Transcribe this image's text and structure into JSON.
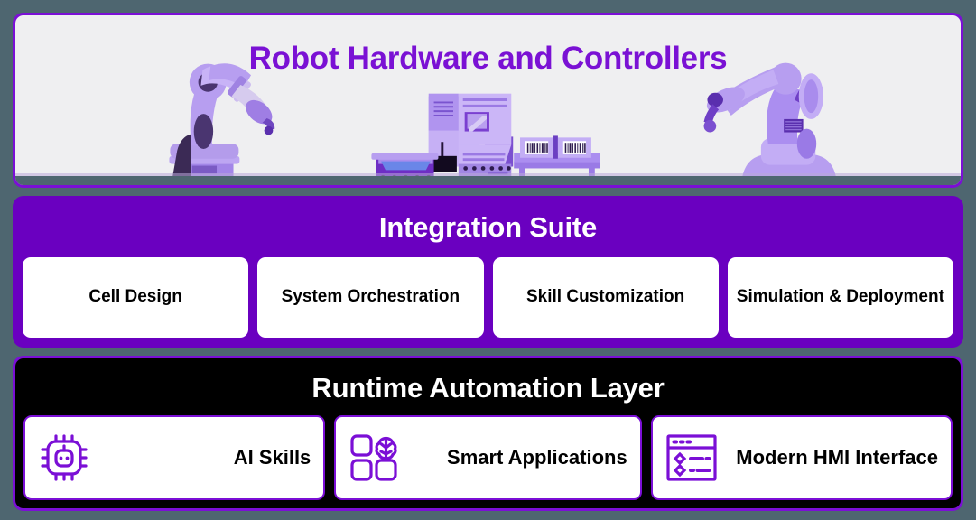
{
  "hero": {
    "title": "Robot Hardware and Controllers",
    "art": {
      "left_robot": "articulated-robot-arm",
      "right_robot": "articulated-robot-arm",
      "machine": "control-cabinet-with-display",
      "conveyor": "conveyor-with-barcode-boxes"
    }
  },
  "integration_suite": {
    "title": "Integration Suite",
    "cards": [
      {
        "label": "Cell Design"
      },
      {
        "label": "System Orchestration"
      },
      {
        "label": "Skill Customization"
      },
      {
        "label": "Simulation & Deployment"
      }
    ]
  },
  "runtime_layer": {
    "title": "Runtime Automation Layer",
    "cards": [
      {
        "label": "AI Skills",
        "icon": "ai-chip-robot-icon"
      },
      {
        "label": "Smart Applications",
        "icon": "app-grid-brain-icon"
      },
      {
        "label": "Modern HMI Interface",
        "icon": "hmi-window-icon"
      }
    ]
  },
  "colors": {
    "page_background": "#4e6670",
    "brand_purple": "#7b0fd6",
    "band_purple": "#6a00c0",
    "title_purple": "#7a11d4",
    "hero_background": "#efeff1",
    "band_black": "#000000",
    "card_white": "#ffffff"
  }
}
